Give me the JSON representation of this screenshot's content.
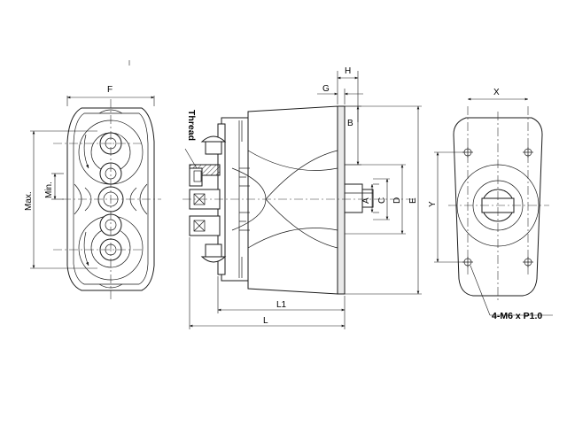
{
  "labels": {
    "F": "F",
    "H": "H",
    "G": "G",
    "B": "B",
    "X": "X",
    "Y": "Y",
    "A": "A",
    "C": "C",
    "D": "D",
    "E": "E",
    "L": "L",
    "L1": "L1",
    "max": "Max.",
    "min": "Min.",
    "thread": "Thread",
    "mount_hole": "4-M6 x P1.0"
  }
}
